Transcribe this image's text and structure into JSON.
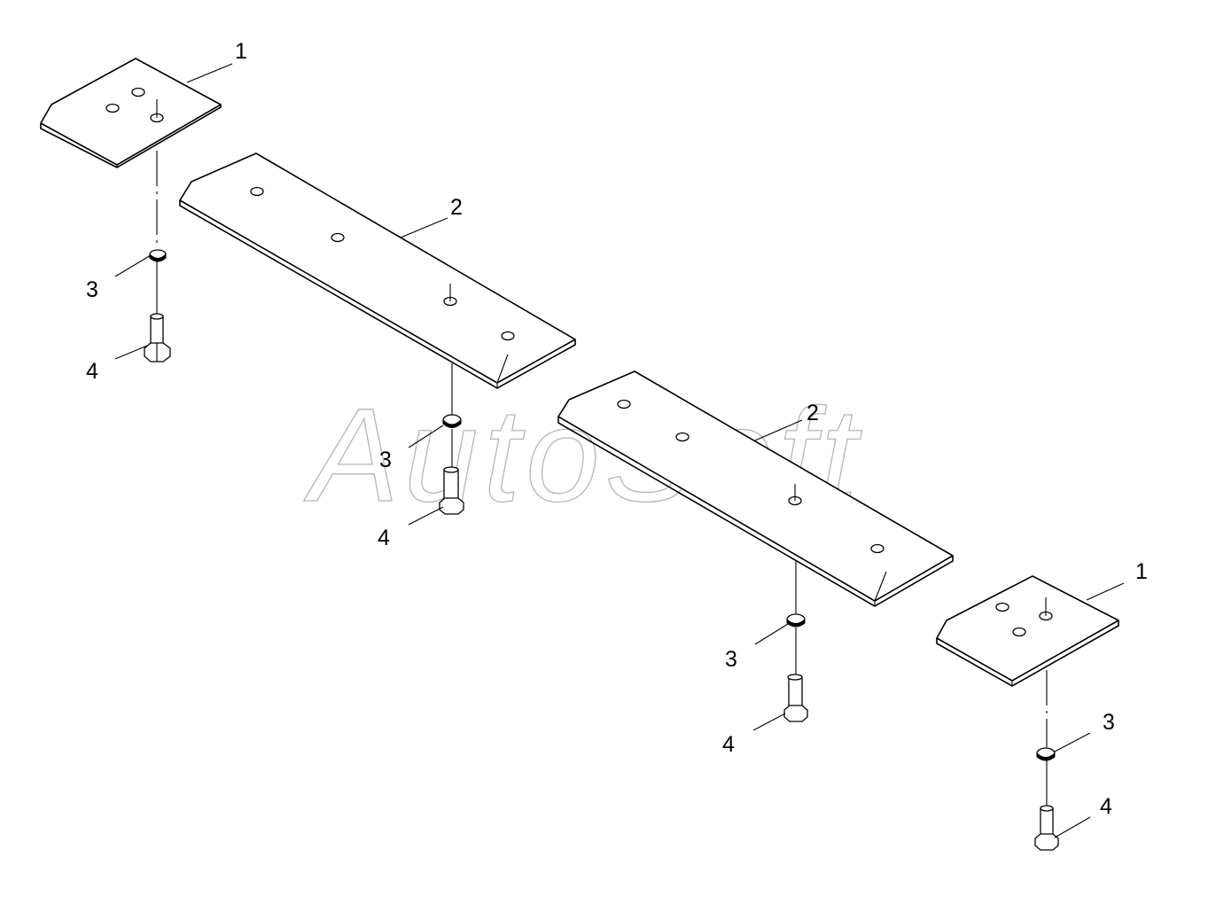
{
  "watermark": {
    "text": "AutoSoft"
  },
  "callouts": {
    "c1a": "1",
    "c2a": "2",
    "c3a": "3",
    "c4a": "4",
    "c2b": "2",
    "c3b": "3",
    "c4b": "4",
    "c3c": "3",
    "c4c": "4",
    "c1d": "1",
    "c3d": "3",
    "c4d": "4"
  },
  "colors": {
    "line": "#000000",
    "watermark": "#b5b5b5",
    "background": "#ffffff"
  }
}
